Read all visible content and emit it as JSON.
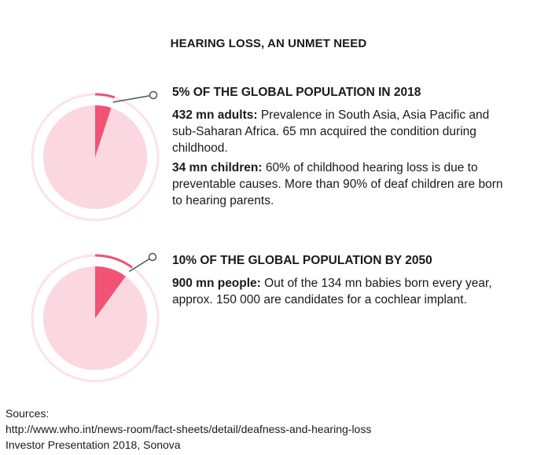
{
  "title": "HEARING LOSS, AN UNMET NEED",
  "colors": {
    "slice": "#f05374",
    "disk": "#fbd7df",
    "ring": "#fbe3e8",
    "arc": "#f05374",
    "leader": "#4a5560"
  },
  "chart_data": [
    {
      "type": "pie",
      "title": "",
      "values": [
        5,
        95
      ],
      "unit": "%"
    },
    {
      "type": "pie",
      "title": "",
      "values": [
        10,
        90
      ],
      "unit": "%"
    }
  ],
  "blocks": [
    {
      "heading": "5% OF THE GLOBAL POPULATION IN 2018",
      "paragraphs": [
        {
          "bold": "432 mn adults:",
          "text": " Prevalence in South Asia, Asia Pacific and sub-Saharan Africa. 65 mn acquired the condition during childhood."
        },
        {
          "bold": "34 mn children:",
          "text": " 60% of childhood hearing loss is due to preventable causes. More than 90% of deaf children are born to hearing parents."
        }
      ]
    },
    {
      "heading": "10% OF THE GLOBAL POPULATION BY 2050",
      "paragraphs": [
        {
          "bold": "900 mn people:",
          "text": " Out of the 134 mn babies born every year, approx. 150 000 are candidates for a cochlear implant."
        }
      ]
    }
  ],
  "sources": {
    "label": "Sources:",
    "lines": [
      "http://www.who.int/news-room/fact-sheets/detail/deafness-and-hearing-loss",
      "Investor Presentation 2018, Sonova"
    ]
  }
}
